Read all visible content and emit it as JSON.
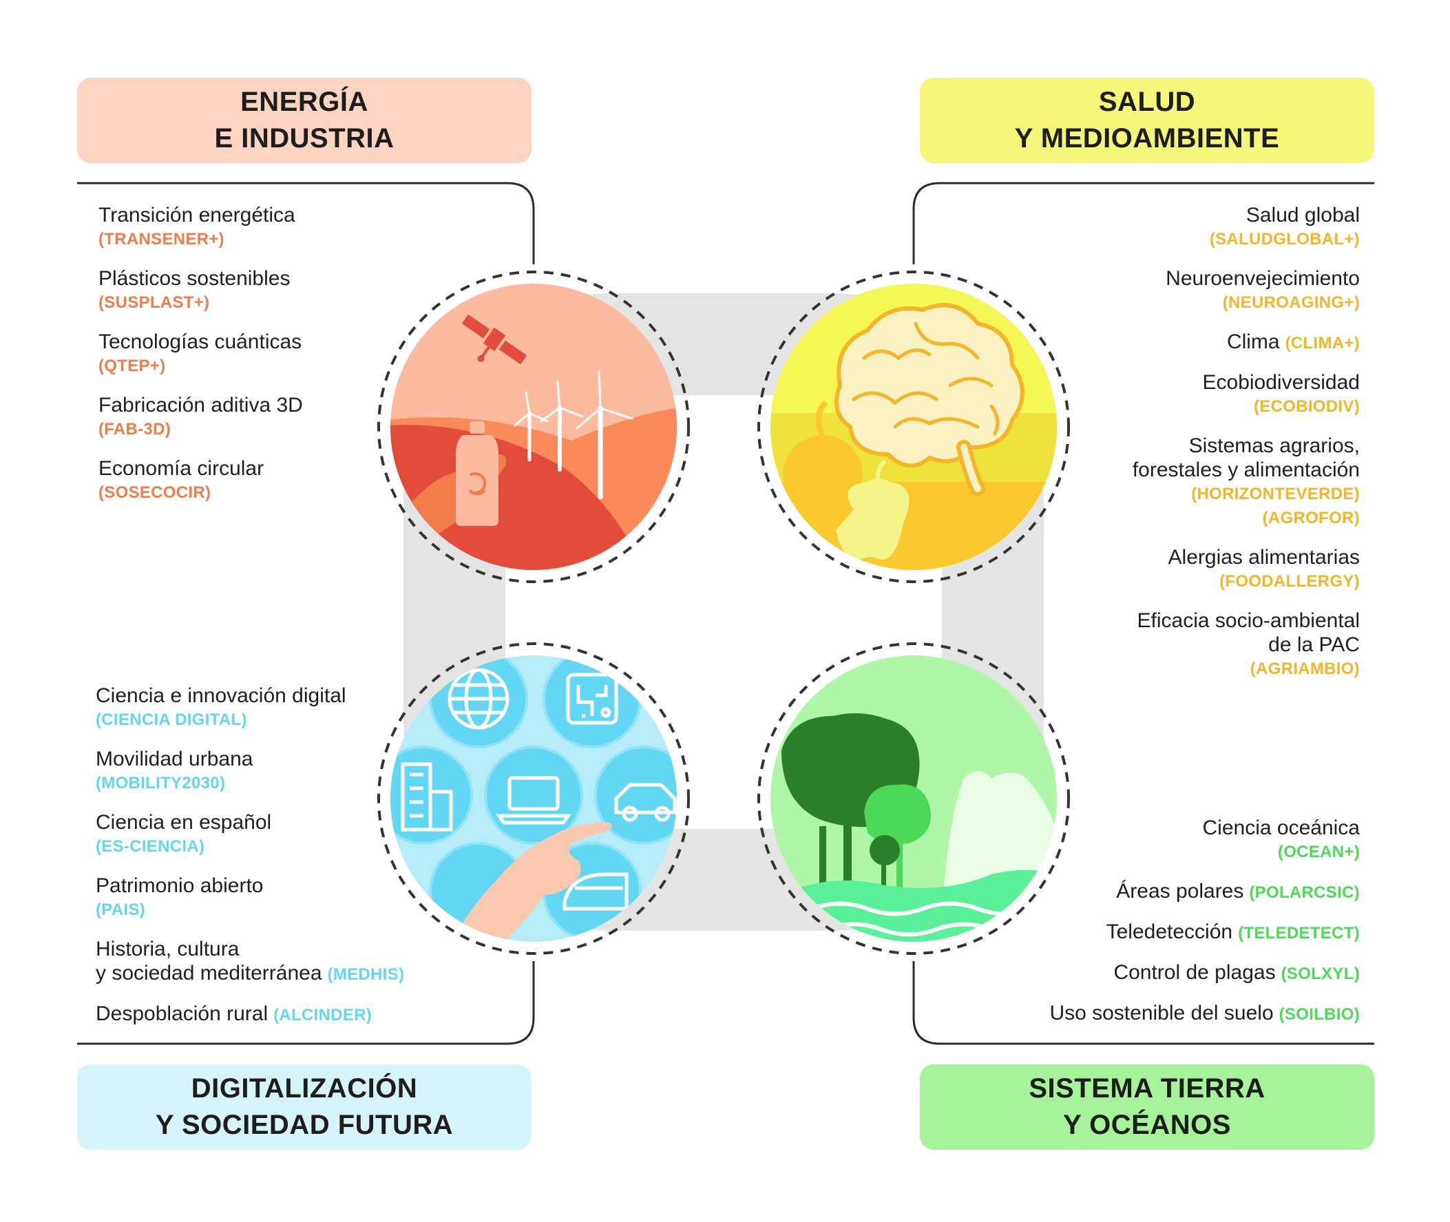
{
  "colors": {
    "energia_title_bg": "#fdd4c2",
    "energia_code": "#f07c4a",
    "salud_title_bg": "#f4f77a",
    "salud_code": "#f5b52a",
    "digital_title_bg": "#d6f5fb",
    "digital_code": "#62d6f2",
    "tierra_title_bg": "#a5f49a",
    "tierra_code": "#4cd957",
    "ring": "#e4e4e4",
    "lines": "#2b2b2b"
  },
  "quadrants": {
    "energia": {
      "title_line1": "ENERGÍA",
      "title_line2": "E INDUSTRIA",
      "illustration_icons": [
        "satellite-icon",
        "wind-turbine-icon",
        "bottle-recycle-icon",
        "hand-icon"
      ],
      "items": [
        {
          "name": "Transición energética",
          "code": "(TRANSENER+)"
        },
        {
          "name": "Plásticos sostenibles",
          "code": "(SUSPLAST+)"
        },
        {
          "name": "Tecnologías cuánticas",
          "code": "(QTEP+)"
        },
        {
          "name": "Fabricación aditiva 3D",
          "code": "(FAB-3D)"
        },
        {
          "name": "Economía circular",
          "code": "(SOSECOCIR)"
        }
      ]
    },
    "salud": {
      "title_line1": "SALUD",
      "title_line2": "Y MEDIOAMBIENTE",
      "illustration_icons": [
        "brain-icon",
        "apple-icon"
      ],
      "items": [
        {
          "name": "Salud global",
          "code": "(SALUDGLOBAL+)"
        },
        {
          "name": "Neuroenvejecimiento",
          "code": "(NEUROAGING+)"
        },
        {
          "name": "Clima",
          "code": "(CLIMA+)"
        },
        {
          "name": "Ecobiodiversidad",
          "code": "(ECOBIODIV)"
        },
        {
          "name_line1": "Sistemas agrarios,",
          "name_line2": "forestales y alimentación",
          "code": "(HORIZONTEVERDE)",
          "code2": "(AGROFOR)"
        },
        {
          "name": "Alergias alimentarias",
          "code": "(FOODALLERGY)"
        },
        {
          "name_line1": "Eficacia socio-ambiental",
          "name_line2": "de la PAC",
          "code": "(AGRIAMBIO)"
        }
      ]
    },
    "digital": {
      "title_line1": "DIGITALIZACIÓN",
      "title_line2": "Y SOCIEDAD FUTURA",
      "illustration_icons": [
        "globe-icon",
        "circuit-icon",
        "building-icon",
        "laptop-icon",
        "car-icon",
        "train-icon",
        "hand-icon"
      ],
      "items": [
        {
          "name": "Ciencia e innovación digital",
          "code": "(CIENCIA DIGITAL)"
        },
        {
          "name": "Movilidad urbana",
          "code": "(MOBILITY2030)"
        },
        {
          "name": "Ciencia en español",
          "code": "(ES-CIENCIA)"
        },
        {
          "name": "Patrimonio abierto",
          "code": "(PAIS)"
        },
        {
          "name_line1": "Historia, cultura",
          "name_line2": "y sociedad mediterránea",
          "code": "(MEDHIS)"
        },
        {
          "name": "Despoblación rural",
          "code": "(ALCINDER)"
        }
      ]
    },
    "tierra": {
      "title_line1": "SISTEMA TIERRA",
      "title_line2": "Y OCÉANOS",
      "illustration_icons": [
        "tree-icon",
        "mountain-icon",
        "wave-icon"
      ],
      "items": [
        {
          "name": "Ciencia oceánica",
          "code": "(OCEAN+)"
        },
        {
          "name": "Áreas polares",
          "code": "(POLARCSIC)"
        },
        {
          "name": "Teledetección",
          "code": "(TELEDETECT)"
        },
        {
          "name": "Control de plagas",
          "code": "(SOLXYL)"
        },
        {
          "name": "Uso sostenible del suelo",
          "code": "(SOILBIO)"
        }
      ]
    }
  }
}
